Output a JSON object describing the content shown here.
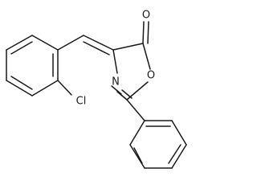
{
  "molecule": {
    "atoms": {
      "carbonyl_oxygen": "O",
      "ring_oxygen": "O",
      "ring_nitrogen": "N",
      "chlorine": "Cl"
    }
  }
}
